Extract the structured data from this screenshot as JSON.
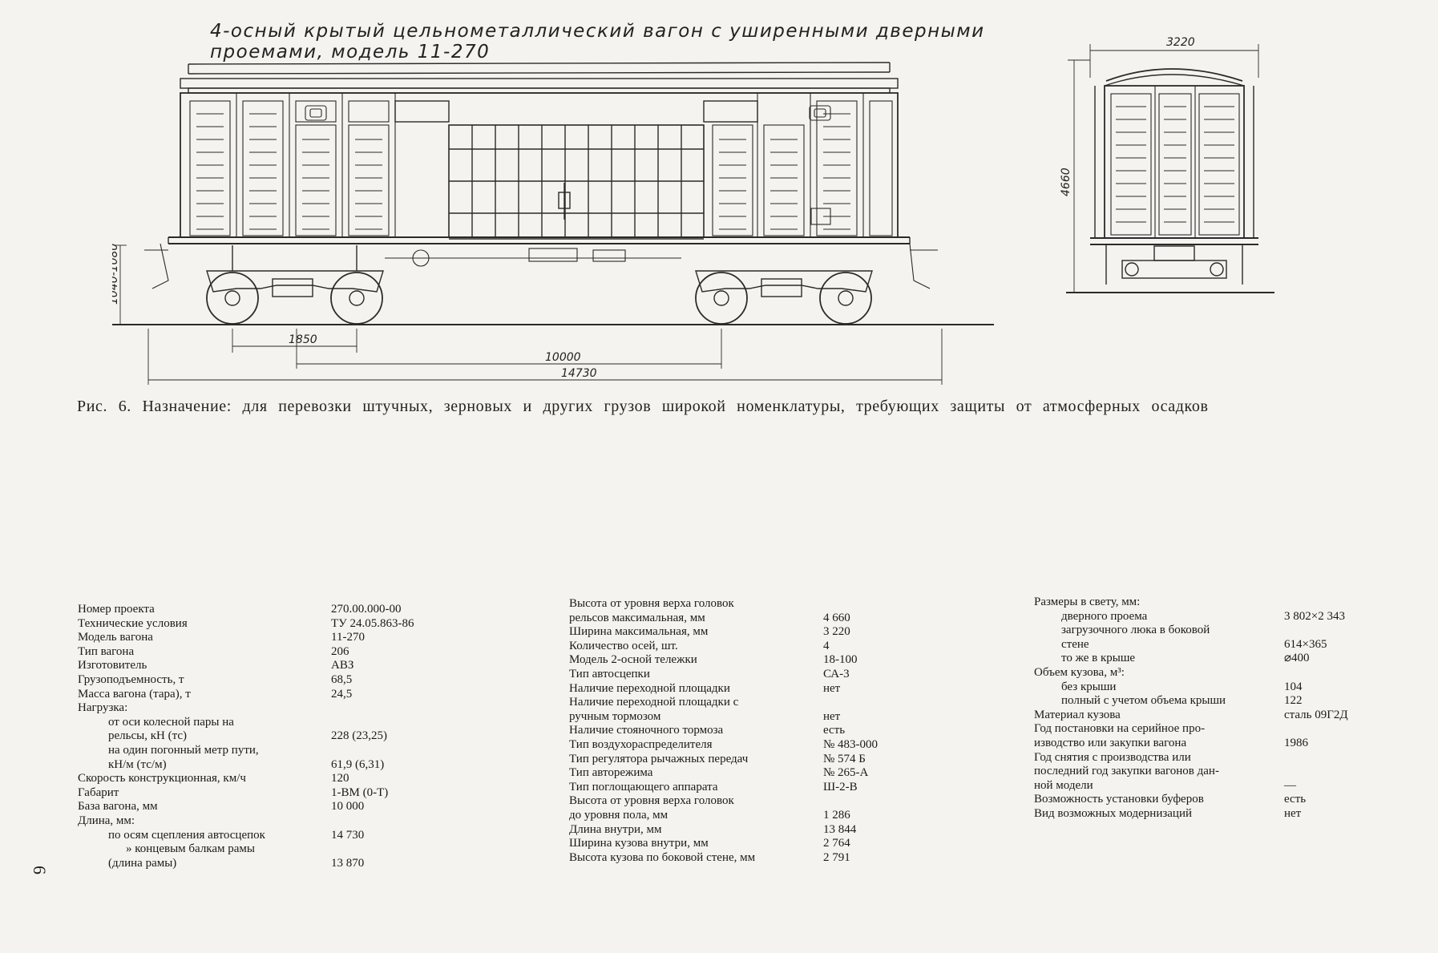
{
  "title": "4-осный крытый цельнометаллический вагон с уширенными дверными проемами, модель 11-270",
  "dims": {
    "height_range": "1040-1080",
    "bogie_base": "1850",
    "car_base": "10000",
    "length": "14730",
    "width": "3220",
    "height": "4660"
  },
  "caption": "Рис. 6. Назначение: для перевозки штучных, зерновых и других грузов широкой номенклатуры, требующих защиты от атмосферных осадков",
  "col1": [
    {
      "k": "Номер проекта",
      "v": "270.00.000-00"
    },
    {
      "k": "Технические условия",
      "v": "ТУ 24.05.863-86"
    },
    {
      "k": "Модель вагона",
      "v": "11-270"
    },
    {
      "k": "Тип вагона",
      "v": "206"
    },
    {
      "k": "Изготовитель",
      "v": "АВЗ"
    },
    {
      "k": "Грузоподъемность, т",
      "v": "68,5"
    },
    {
      "k": "Масса вагона (тара), т",
      "v": "24,5"
    },
    {
      "k": "Нагрузка:",
      "v": ""
    },
    {
      "k": "от оси колесной пары на",
      "v": ""
    },
    {
      "k": "рельсы, кН (тс)",
      "v": "228 (23,25)"
    },
    {
      "k": "на один погонный метр пути,",
      "v": ""
    },
    {
      "k": "кН/м (тс/м)",
      "v": "61,9 (6,31)"
    },
    {
      "k": "Скорость конструкционная, км/ч",
      "v": "120"
    },
    {
      "k": "Габарит",
      "v": "1-ВМ (0-Т)"
    },
    {
      "k": "База вагона, мм",
      "v": "10 000"
    },
    {
      "k": "Длина, мм:",
      "v": ""
    },
    {
      "k": "по осям сцепления автосцепок",
      "v": "14 730"
    },
    {
      "k": "» концевым балкам рамы",
      "v": ""
    },
    {
      "k": "(длина рамы)",
      "v": "13 870"
    }
  ],
  "col2": [
    {
      "k": "Высота от уровня верха головок",
      "v": ""
    },
    {
      "k": "рельсов максимальная, мм",
      "v": "4 660"
    },
    {
      "k": "Ширина максимальная, мм",
      "v": "3 220"
    },
    {
      "k": "Количество осей, шт.",
      "v": "4"
    },
    {
      "k": "Модель 2-осной тележки",
      "v": "18-100"
    },
    {
      "k": "Тип автосцепки",
      "v": "СА-3"
    },
    {
      "k": "Наличие переходной площадки",
      "v": "нет"
    },
    {
      "k": "Наличие переходной площадки с",
      "v": ""
    },
    {
      "k": "ручным тормозом",
      "v": "нет"
    },
    {
      "k": "Наличие стояночного тормоза",
      "v": "есть"
    },
    {
      "k": "Тип воздухораспределителя",
      "v": "№ 483-000"
    },
    {
      "k": "Тип регулятора рычажных передач",
      "v": "№ 574 Б"
    },
    {
      "k": "Тип авторежима",
      "v": "№ 265-А"
    },
    {
      "k": "Тип поглощающего аппарата",
      "v": "Ш-2-В"
    },
    {
      "k": "Высота от уровня верха головок",
      "v": ""
    },
    {
      "k": "до уровня пола, мм",
      "v": "1 286"
    },
    {
      "k": "Длина внутри, мм",
      "v": "13 844"
    },
    {
      "k": "Ширина кузова внутри, мм",
      "v": "2 764"
    },
    {
      "k": "Высота кузова по боковой стене, мм",
      "v": "2 791"
    }
  ],
  "col3": [
    {
      "k": "Размеры в свету, мм:",
      "v": ""
    },
    {
      "k": "дверного проема",
      "v": "3 802×2 343"
    },
    {
      "k": "загрузочного люка в боковой",
      "v": ""
    },
    {
      "k": "стене",
      "v": "614×365"
    },
    {
      "k": "то же в крыше",
      "v": "⌀400"
    },
    {
      "k": "Объем кузова, м³:",
      "v": ""
    },
    {
      "k": "без крыши",
      "v": "104"
    },
    {
      "k": "полный с учетом объема крыши",
      "v": "122"
    },
    {
      "k": "Материал кузова",
      "v": "сталь 09Г2Д"
    },
    {
      "k": "Год постановки на серийное про-",
      "v": ""
    },
    {
      "k": "изводство или закупки вагона",
      "v": "1986"
    },
    {
      "k": "Год снятия с производства или",
      "v": ""
    },
    {
      "k": "последний год закупки вагонов дан-",
      "v": ""
    },
    {
      "k": "ной модели",
      "v": "—"
    },
    {
      "k": "Возможность установки буферов",
      "v": "есть"
    },
    {
      "k": "Вид возможных модернизаций",
      "v": "нет"
    }
  ],
  "page_number": "6"
}
